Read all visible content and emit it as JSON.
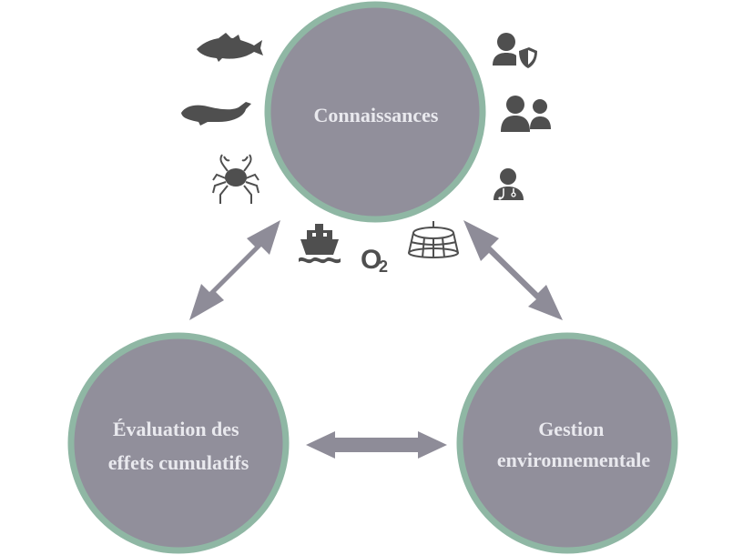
{
  "nodes": {
    "top": {
      "lines": [
        "Connaissances"
      ]
    },
    "bottom_left": {
      "lines": [
        "Évaluation des",
        "effets cumulatifs"
      ]
    },
    "bottom_right": {
      "lines": [
        "Gestion",
        "environnementale"
      ]
    }
  },
  "colors": {
    "circle_fill": "#918f9b",
    "circle_ring": "#8fb7a4",
    "arrow": "#8e8c98",
    "icon": "#4f4f4f",
    "label": "#e9e9ee"
  },
  "icons": {
    "left": [
      "fish-icon",
      "beluga-whale-icon",
      "crab-icon"
    ],
    "right": [
      "user-shield-icon",
      "users-icon",
      "user-doctor-icon"
    ],
    "bottom": [
      "ship-icon",
      "oxygen-icon",
      "aquaculture-cage-icon"
    ]
  },
  "oxygen_text": {
    "base": "O",
    "sub": "2"
  }
}
